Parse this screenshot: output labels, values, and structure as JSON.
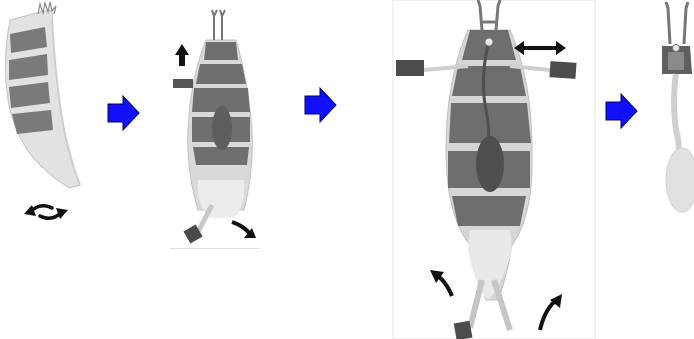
{
  "figure": {
    "panels": [
      {
        "id": "panel-1",
        "content": "curved-abdomen-with-rotate-arrows"
      },
      {
        "id": "panel-2",
        "content": "pinned-abdomen-pull-up-and-cut"
      },
      {
        "id": "panel-3",
        "content": "stretched-abdomen-with-side-pins"
      },
      {
        "id": "panel-4",
        "content": "extracted-gut-and-ovary"
      }
    ],
    "transition_arrows": 3,
    "colors": {
      "segment_dark": "#6e6e6e",
      "segment_mid": "#8e8e8e",
      "membrane": "#d8d8d8",
      "membrane_light": "#e8e8e8",
      "arrow_blue": "#1010ff",
      "pin_dark": "#4a4a4a",
      "outline": "#bdbdbd"
    },
    "icons": [
      "rotate-icon",
      "up-arrow-icon",
      "curved-arrow-icon",
      "double-arrow-icon",
      "blue-right-arrow-icon"
    ]
  }
}
